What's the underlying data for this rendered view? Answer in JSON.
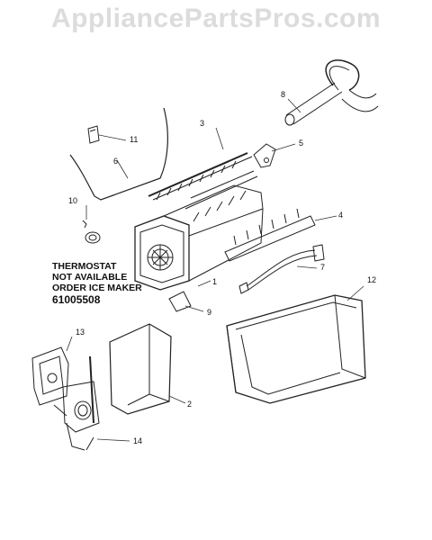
{
  "watermark": "AppliancePartsPros.com",
  "note": {
    "lines": [
      "THERMOSTAT",
      "NOT AVAILABLE",
      "ORDER ICE MAKER"
    ],
    "part_number": "61005508"
  },
  "callouts": [
    "1",
    "2",
    "3",
    "4",
    "5",
    "6",
    "7",
    "8",
    "9",
    "10",
    "11",
    "12",
    "13",
    "14"
  ]
}
